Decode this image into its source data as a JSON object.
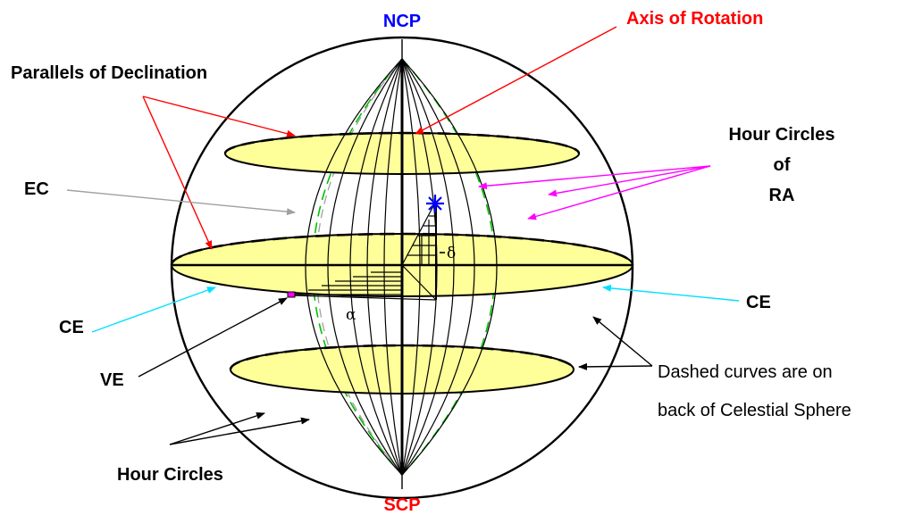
{
  "labels": {
    "ncp": "NCP",
    "scp": "SCP",
    "axis_of_rotation": "Axis of Rotation",
    "parallels_of_declination": "Parallels of Declination",
    "hour_circles_ra_line1": "Hour Circles",
    "hour_circles_ra_line2": "of",
    "hour_circles_ra_line3": "RA",
    "ec": "EC",
    "ce_left": "CE",
    "ce_right": "CE",
    "ve": "VE",
    "hour_circles_bottom": "Hour Circles",
    "dashed_note_line1": "Dashed curves are on",
    "dashed_note_line2": "back of Celestial Sphere",
    "delta": "δ",
    "alpha": "α"
  },
  "colors": {
    "pole_north": "#0000ff",
    "pole_south": "#ff0000",
    "axis_label": "#ff0000",
    "parallels_arrows": "#ff0000",
    "ra_arrows": "#ff00ff",
    "ec_arrow": "#a0a0a0",
    "ce_arrows": "#00e0ff",
    "back_green_dash": "#00c000",
    "back_gray_dash": "#a0a0a0",
    "parallel_fill": "#ffff99",
    "star": "#0000ff",
    "vernal_equinox": "#ff00ff"
  }
}
